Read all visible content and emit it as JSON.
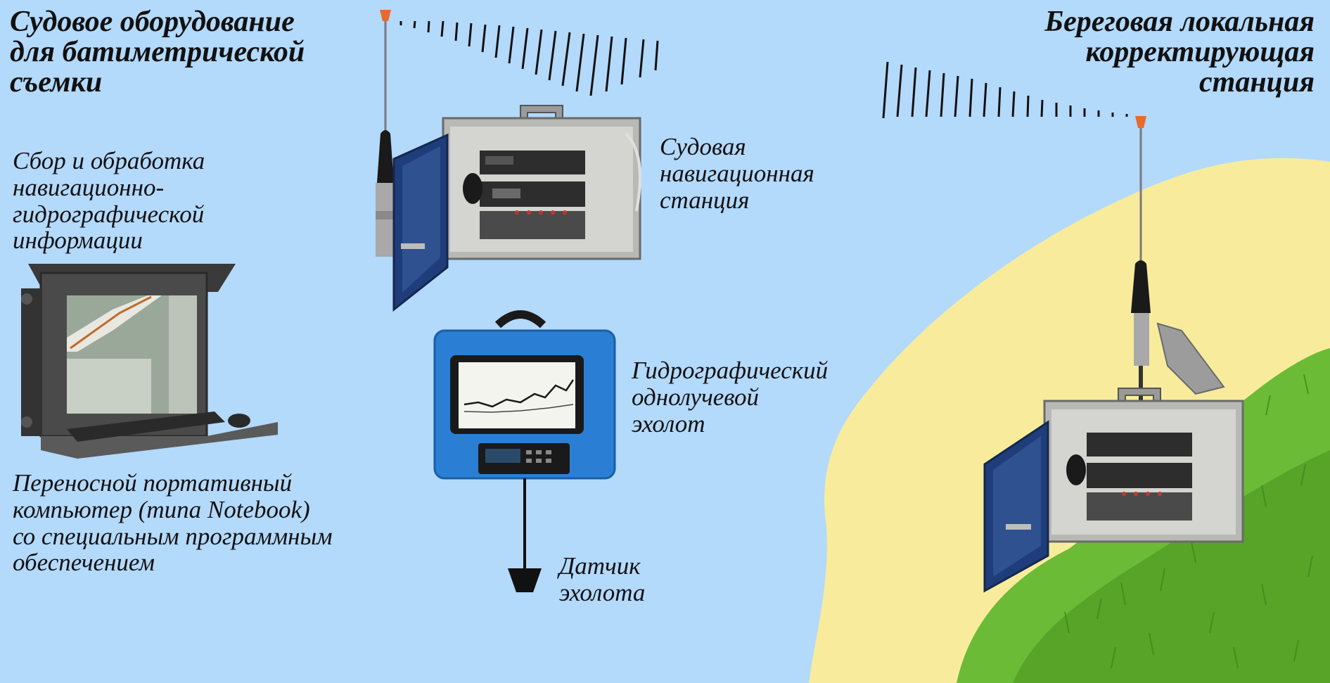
{
  "headings": {
    "ship_equipment": [
      "Судовое оборудование",
      "для батиметрической",
      "съемки"
    ],
    "shore_station": [
      "Береговая локальная",
      "корректирующая",
      "станция"
    ]
  },
  "labels": {
    "data_processing": [
      "Сбор и обработка",
      "навигационно-",
      "гидрографической",
      "информации"
    ],
    "laptop": [
      "Переносной портативный",
      "компьютер (типа Notebook)",
      "со специальным программным",
      "обеспечением"
    ],
    "ship_station": [
      "Судовая",
      "навигационная",
      "станция"
    ],
    "echo_sounder": [
      "Гидрографический",
      "однолучевой",
      "эхолот"
    ],
    "transducer": [
      "Датчик",
      "эхолота"
    ]
  },
  "colors": {
    "background": "#b3d9fb",
    "shore": "#f8ec9c",
    "grass": "#5fae2e",
    "echo_sounder_case": "#2a7fd4",
    "station_body": "#b8b8b4",
    "station_door": "#1f3d7a",
    "antenna_tip": "#e86a2a"
  },
  "icons": [
    "antenna-icon",
    "radio-wave-icon",
    "transducer-icon",
    "laptop-icon",
    "echo-sounder-icon",
    "navigation-station-icon"
  ]
}
